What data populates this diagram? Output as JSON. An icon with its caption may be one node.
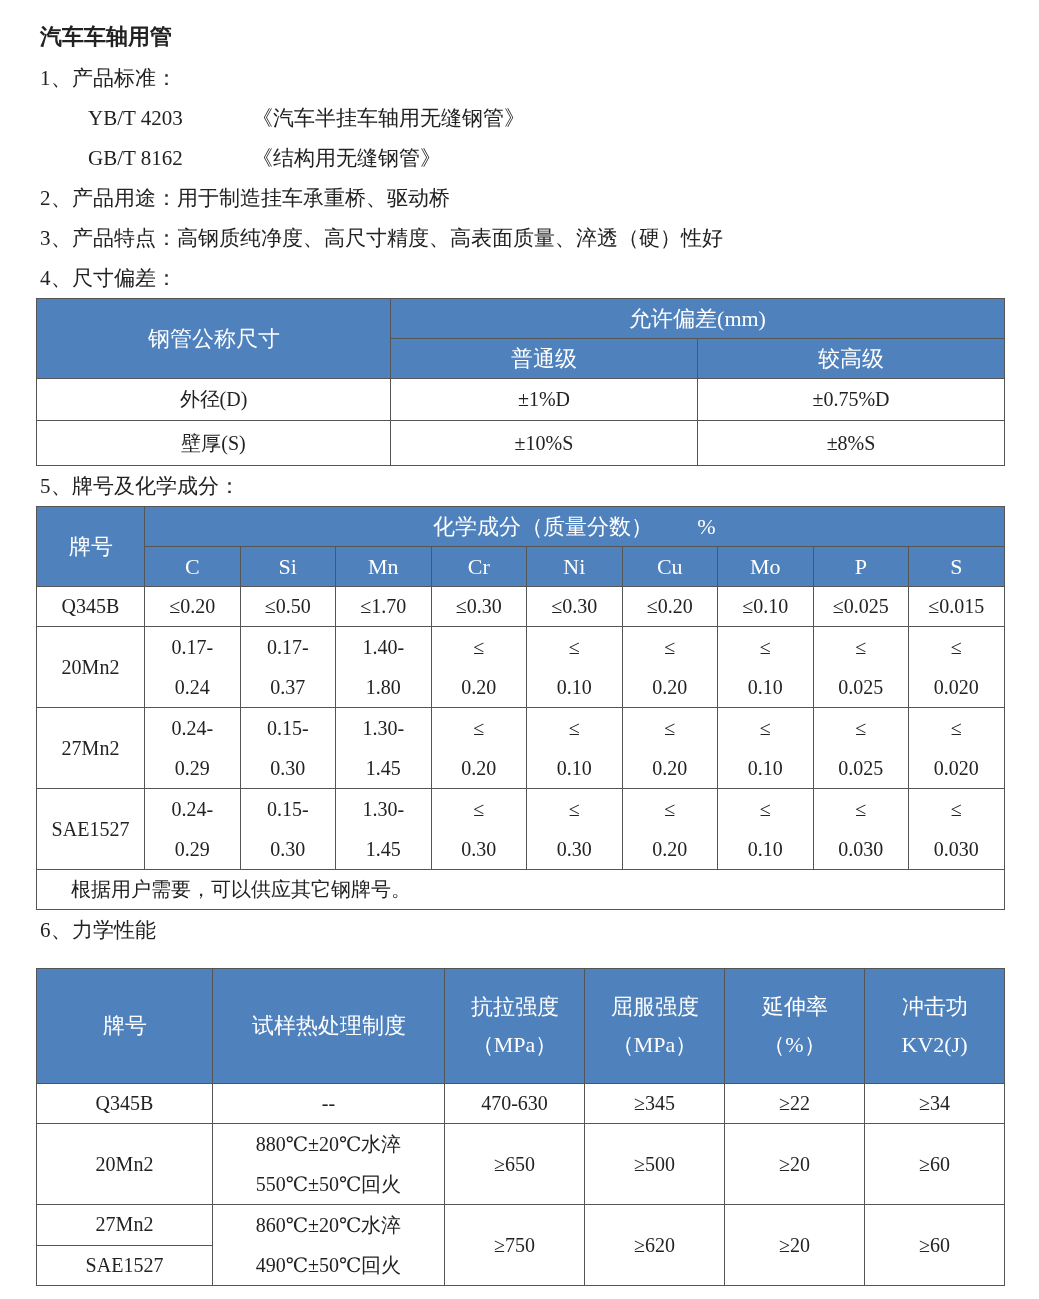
{
  "diagram": {
    "title": "汽车车轴用管",
    "labels": [
      "1、产品标准：",
      "YB/T 4203",
      "《汽车半挂车轴用无缝钢管》",
      "GB/T 8162",
      "《结构用无缝钢管》",
      "2、产品用途：用于制造挂车承重桥、驱动桥",
      "3、产品特点：高钢质纯净度、高尺寸精度、高表面质量、淬透（硬）性好",
      "4、尺寸偏差：",
      "钢管公称尺寸",
      "允许偏差(mm)",
      "普通级",
      "较高级",
      "外径(D)",
      "±1%D",
      "±0.75%D",
      "壁厚(S)",
      "±10%S",
      "±8%S",
      "5、牌号及化学成分：",
      "牌号",
      "化学成分（质量分数）　　%",
      "C",
      "Si",
      "Mn",
      "Cr",
      "Ni",
      "Cu",
      "Mo",
      "P",
      "S",
      "Q345B",
      "≤0.20",
      "≤0.50",
      "≤1.70",
      "≤0.30",
      "≤0.30",
      "≤0.20",
      "≤0.10",
      "≤0.025",
      "≤0.015",
      "20Mn2",
      "0.17- 0.24",
      "0.17- 0.37",
      "1.40- 1.80",
      "≤ 0.20",
      "≤ 0.10",
      "≤ 0.20",
      "≤ 0.10",
      "≤ 0.025",
      "≤ 0.020",
      "27Mn2",
      "0.24- 0.29",
      "0.15- 0.30",
      "1.30- 1.45",
      "≤ 0.20",
      "≤ 0.10",
      "≤ 0.20",
      "≤ 0.10",
      "≤ 0.025",
      "≤ 0.020",
      "SAE1527",
      "0.24- 0.29",
      "0.15- 0.30",
      "1.30- 1.45",
      "≤ 0.30",
      "≤ 0.30",
      "≤ 0.20",
      "≤ 0.10",
      "≤ 0.030",
      "≤ 0.030",
      "根据用户需要，可以供应其它钢牌号。",
      "6、力学性能",
      "牌号",
      "试样热处理制度",
      "抗拉强度（MPa）",
      "屈服强度（MPa）",
      "延伸率（%）",
      "冲击功 KV2(J)",
      "Q345B",
      "--",
      "470-630",
      "≥345",
      "≥22",
      "≥34",
      "20Mn2",
      "880℃±20℃水淬 550℃±50℃回火",
      "≥650",
      "≥500",
      "≥20",
      "≥60",
      "27Mn2",
      "860℃±20℃水淬 490℃±50℃回火",
      "≥750",
      "≥620",
      "≥20",
      "≥60",
      "SAE1527"
    ]
  }
}
